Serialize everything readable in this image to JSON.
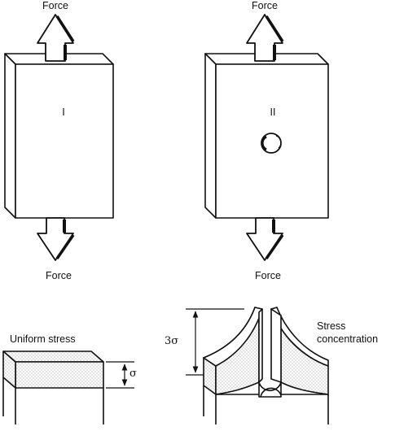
{
  "figure": {
    "panel_i": {
      "numeral": "I",
      "force_top": "Force",
      "force_bottom": "Force"
    },
    "panel_ii": {
      "numeral": "II",
      "force_top": "Force",
      "force_bottom": "Force"
    },
    "uniform": {
      "label": "Uniform stress",
      "magnitude": "σ"
    },
    "concentration": {
      "label_line1": "Stress",
      "label_line2": "concentration",
      "magnitude": "3σ"
    },
    "colors": {
      "ink": "#111111",
      "paper": "#ffffff",
      "stipple": "#7a7a7a"
    }
  }
}
